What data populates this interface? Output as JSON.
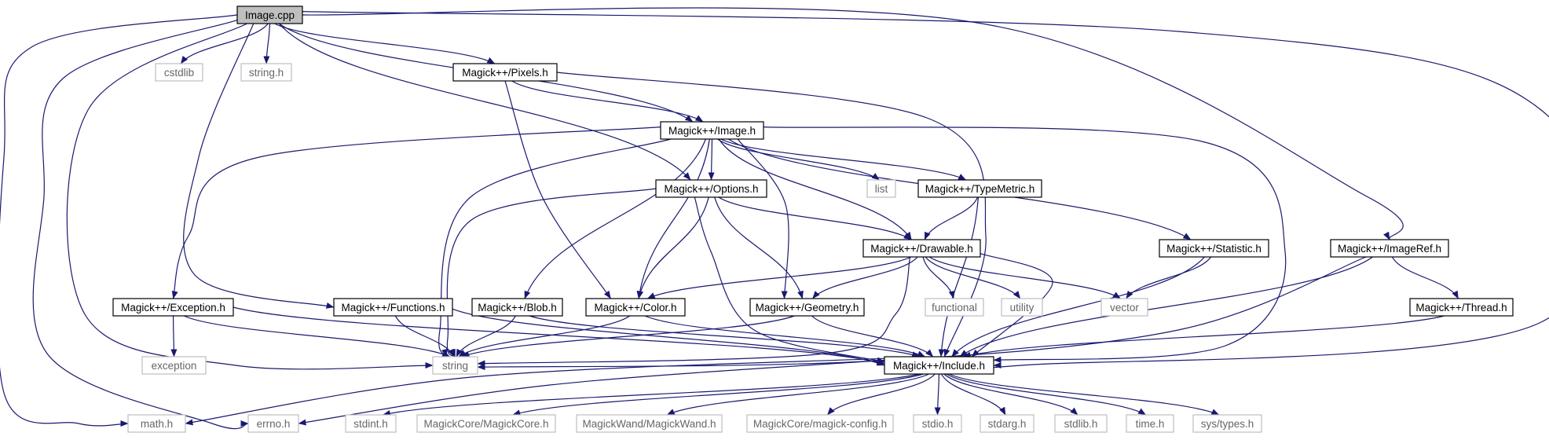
{
  "diagram": {
    "colors": {
      "edge": "#191970",
      "root_fill": "#bfbfbf",
      "project_border": "#000000",
      "external_border": "#bfbfbf",
      "project_text": "#000000",
      "external_text": "#666666"
    },
    "nodes": [
      {
        "id": "image_cpp",
        "label": "Image.cpp",
        "kind": "root"
      },
      {
        "id": "cstdlib",
        "label": "cstdlib",
        "kind": "external"
      },
      {
        "id": "string_h",
        "label": "string.h",
        "kind": "external"
      },
      {
        "id": "pixels",
        "label": "Magick++/Pixels.h",
        "kind": "project"
      },
      {
        "id": "image_h",
        "label": "Magick++/Image.h",
        "kind": "project"
      },
      {
        "id": "options",
        "label": "Magick++/Options.h",
        "kind": "project"
      },
      {
        "id": "list",
        "label": "list",
        "kind": "external"
      },
      {
        "id": "typemetric",
        "label": "Magick++/TypeMetric.h",
        "kind": "project"
      },
      {
        "id": "drawable",
        "label": "Magick++/Drawable.h",
        "kind": "project"
      },
      {
        "id": "statistic",
        "label": "Magick++/Statistic.h",
        "kind": "project"
      },
      {
        "id": "imageref",
        "label": "Magick++/ImageRef.h",
        "kind": "project"
      },
      {
        "id": "exception_h",
        "label": "Magick++/Exception.h",
        "kind": "project"
      },
      {
        "id": "functions",
        "label": "Magick++/Functions.h",
        "kind": "project"
      },
      {
        "id": "blob",
        "label": "Magick++/Blob.h",
        "kind": "project"
      },
      {
        "id": "color",
        "label": "Magick++/Color.h",
        "kind": "project"
      },
      {
        "id": "geometry",
        "label": "Magick++/Geometry.h",
        "kind": "project"
      },
      {
        "id": "functional",
        "label": "functional",
        "kind": "external"
      },
      {
        "id": "utility",
        "label": "utility",
        "kind": "external"
      },
      {
        "id": "vector",
        "label": "vector",
        "kind": "external"
      },
      {
        "id": "thread",
        "label": "Magick++/Thread.h",
        "kind": "project"
      },
      {
        "id": "exception",
        "label": "exception",
        "kind": "external"
      },
      {
        "id": "string",
        "label": "string",
        "kind": "external"
      },
      {
        "id": "include",
        "label": "Magick++/Include.h",
        "kind": "project"
      },
      {
        "id": "math_h",
        "label": "math.h",
        "kind": "external"
      },
      {
        "id": "errno_h",
        "label": "errno.h",
        "kind": "external"
      },
      {
        "id": "stdint_h",
        "label": "stdint.h",
        "kind": "external"
      },
      {
        "id": "magickcore",
        "label": "MagickCore/MagickCore.h",
        "kind": "external"
      },
      {
        "id": "magickwand",
        "label": "MagickWand/MagickWand.h",
        "kind": "external"
      },
      {
        "id": "magickconfig",
        "label": "MagickCore/magick-config.h",
        "kind": "external"
      },
      {
        "id": "stdio_h",
        "label": "stdio.h",
        "kind": "external"
      },
      {
        "id": "stdarg_h",
        "label": "stdarg.h",
        "kind": "external"
      },
      {
        "id": "stdlib_h",
        "label": "stdlib.h",
        "kind": "external"
      },
      {
        "id": "time_h",
        "label": "time.h",
        "kind": "external"
      },
      {
        "id": "systypes_h",
        "label": "sys/types.h",
        "kind": "external"
      }
    ],
    "edges": [
      [
        "image_cpp",
        "cstdlib"
      ],
      [
        "image_cpp",
        "string_h"
      ],
      [
        "image_cpp",
        "pixels"
      ],
      [
        "image_cpp",
        "image_h"
      ],
      [
        "image_cpp",
        "options"
      ],
      [
        "image_cpp",
        "imageref"
      ],
      [
        "image_cpp",
        "functions"
      ],
      [
        "image_cpp",
        "string"
      ],
      [
        "image_cpp",
        "include"
      ],
      [
        "image_cpp",
        "math_h"
      ],
      [
        "image_cpp",
        "errno_h"
      ],
      [
        "pixels",
        "image_h"
      ],
      [
        "pixels",
        "color"
      ],
      [
        "pixels",
        "include"
      ],
      [
        "image_h",
        "options"
      ],
      [
        "image_h",
        "list"
      ],
      [
        "image_h",
        "typemetric"
      ],
      [
        "image_h",
        "drawable"
      ],
      [
        "image_h",
        "statistic"
      ],
      [
        "image_h",
        "exception_h"
      ],
      [
        "image_h",
        "blob"
      ],
      [
        "image_h",
        "color"
      ],
      [
        "image_h",
        "geometry"
      ],
      [
        "image_h",
        "string"
      ],
      [
        "image_h",
        "include"
      ],
      [
        "options",
        "drawable"
      ],
      [
        "options",
        "color"
      ],
      [
        "options",
        "geometry"
      ],
      [
        "options",
        "string"
      ],
      [
        "options",
        "include"
      ],
      [
        "typemetric",
        "drawable"
      ],
      [
        "typemetric",
        "include"
      ],
      [
        "drawable",
        "color"
      ],
      [
        "drawable",
        "geometry"
      ],
      [
        "drawable",
        "functional"
      ],
      [
        "drawable",
        "utility"
      ],
      [
        "drawable",
        "vector"
      ],
      [
        "drawable",
        "string"
      ],
      [
        "drawable",
        "include"
      ],
      [
        "statistic",
        "vector"
      ],
      [
        "statistic",
        "include"
      ],
      [
        "imageref",
        "thread"
      ],
      [
        "imageref",
        "string"
      ],
      [
        "imageref",
        "include"
      ],
      [
        "thread",
        "include"
      ],
      [
        "exception_h",
        "exception"
      ],
      [
        "exception_h",
        "string"
      ],
      [
        "exception_h",
        "include"
      ],
      [
        "functions",
        "string"
      ],
      [
        "functions",
        "include"
      ],
      [
        "blob",
        "string"
      ],
      [
        "blob",
        "include"
      ],
      [
        "color",
        "string"
      ],
      [
        "color",
        "include"
      ],
      [
        "geometry",
        "string"
      ],
      [
        "geometry",
        "include"
      ],
      [
        "include",
        "math_h"
      ],
      [
        "include",
        "errno_h"
      ],
      [
        "include",
        "stdint_h"
      ],
      [
        "include",
        "magickcore"
      ],
      [
        "include",
        "magickwand"
      ],
      [
        "include",
        "magickconfig"
      ],
      [
        "include",
        "stdio_h"
      ],
      [
        "include",
        "stdarg_h"
      ],
      [
        "include",
        "stdlib_h"
      ],
      [
        "include",
        "time_h"
      ],
      [
        "include",
        "systypes_h"
      ]
    ]
  }
}
